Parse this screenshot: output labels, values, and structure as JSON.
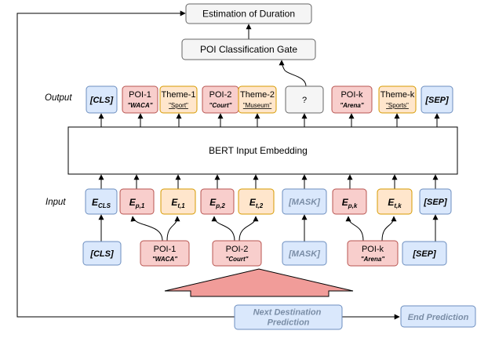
{
  "top": {
    "duration": "Estimation of Duration",
    "gate": "POI Classification Gate",
    "bert": "BERT Input Embedding"
  },
  "labels": {
    "output": "Output",
    "input": "Input"
  },
  "output_tokens": [
    {
      "main": "[CLS]",
      "sub": ""
    },
    {
      "main": "POI-1",
      "sub": "\"WACA\""
    },
    {
      "main": "Theme-1",
      "sub": "\"Sport\""
    },
    {
      "main": "POI-2",
      "sub": "\"Court\""
    },
    {
      "main": "Theme-2",
      "sub": "\"Museum\""
    },
    {
      "main": "?",
      "sub": ""
    },
    {
      "main": "POI-k",
      "sub": "\"Arena\""
    },
    {
      "main": "Theme-k",
      "sub": "\"Sports\""
    },
    {
      "main": "[SEP]",
      "sub": ""
    }
  ],
  "embeddings": [
    {
      "base": "E",
      "sub": "CLS"
    },
    {
      "base": "E",
      "sub": "p,1"
    },
    {
      "base": "E",
      "sub": "t,1"
    },
    {
      "base": "E",
      "sub": "p,2"
    },
    {
      "base": "E",
      "sub": "t,2"
    },
    {
      "base": "[MASK]",
      "sub": ""
    },
    {
      "base": "E",
      "sub": "p,k"
    },
    {
      "base": "E",
      "sub": "t,k"
    },
    {
      "base": "[SEP]",
      "sub": ""
    }
  ],
  "inputs": [
    {
      "main": "[CLS]",
      "sub": ""
    },
    {
      "main": "POI-1",
      "sub": "\"WACA\""
    },
    {
      "main": "POI-2",
      "sub": "\"Court\""
    },
    {
      "main": "[MASK]",
      "sub": ""
    },
    {
      "main": "POI-k",
      "sub": "\"Arena\""
    },
    {
      "main": "[SEP]",
      "sub": ""
    }
  ],
  "bottom": {
    "next": "Next Destination Prediction",
    "next_line1": "Next Destination",
    "next_line2": "Prediction",
    "end": "End Prediction"
  },
  "colors": {
    "blue_fill": "#dae8fc",
    "blue_stroke": "#6c8ebf",
    "red_fill": "#f8cecc",
    "red_stroke": "#b85450",
    "orange_fill": "#ffe6cc",
    "orange_stroke": "#d79b00",
    "gray_fill": "#f5f5f5",
    "gray_stroke": "#666666",
    "arrow_fill": "#f19c99"
  }
}
